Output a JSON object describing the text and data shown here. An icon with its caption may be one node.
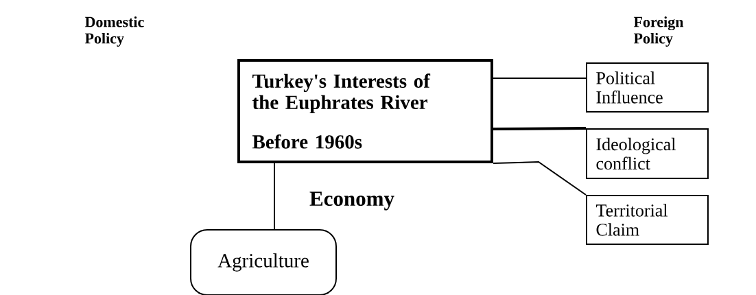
{
  "diagram": {
    "nodes": [
      {
        "text": [
          "Turkey's Interests of the Euphrates River",
          "Before 1960s"
        ]
      },
      {
        "text": [
          "Political Influence"
        ]
      },
      {
        "text": [
          "Ideological conflict"
        ]
      },
      {
        "text": [
          "Territorial Claim"
        ]
      },
      {
        "text": [
          "Agriculture"
        ]
      }
    ],
    "edges": [
      {
        "from": 0,
        "to": 1,
        "arrow": "none"
      },
      {
        "from": 0,
        "to": 2,
        "arrow": "none",
        "style": "thick"
      },
      {
        "from": 0,
        "to": 3,
        "arrow": "none"
      },
      {
        "from": 0,
        "to": 4,
        "arrow": "none",
        "label": "Economy"
      }
    ],
    "labels": [
      "Domestic Policy",
      "Foreign Policy"
    ]
  }
}
